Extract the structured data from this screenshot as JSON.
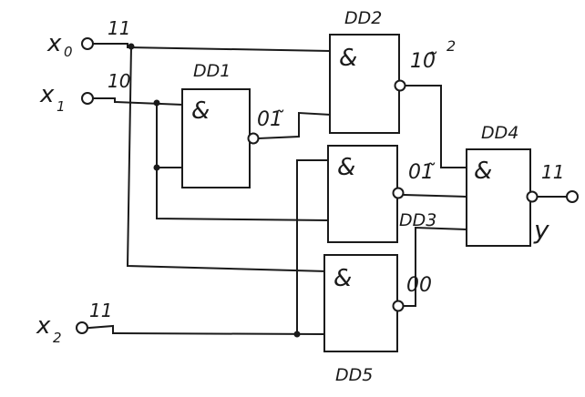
{
  "inputs": {
    "x0": {
      "label_base": "x",
      "label_sub": "0",
      "value": "11"
    },
    "x1": {
      "label_base": "x",
      "label_sub": "1",
      "value": "10"
    },
    "x2": {
      "label_base": "x",
      "label_sub": "2",
      "value": "11"
    }
  },
  "output": {
    "label": "y",
    "value": "11"
  },
  "gates": {
    "dd1": {
      "name": "DD1",
      "symbol": "&",
      "out_value": "01̃"
    },
    "dd2": {
      "name": "DD2",
      "symbol": "&",
      "out_value": "10̃",
      "out_sup": "2"
    },
    "dd3": {
      "name": "DD3",
      "symbol": "&",
      "out_value": "01̃"
    },
    "dd4": {
      "name": "DD4",
      "symbol": "&"
    },
    "dd5": {
      "name": "DD5",
      "symbol": "&",
      "out_value": "00"
    }
  }
}
